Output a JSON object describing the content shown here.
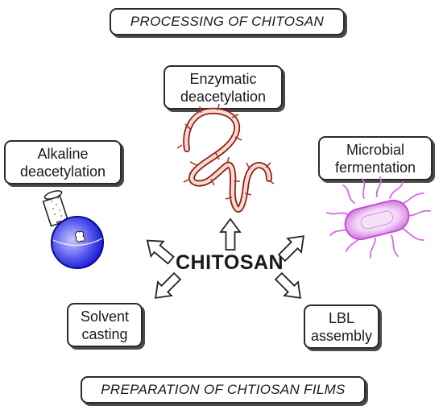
{
  "header": {
    "title": "PROCESSING OF CHITOSAN"
  },
  "footer": {
    "title": "PREPARATION OF CHTIOSAN FILMS"
  },
  "center": {
    "label": "CHITOSAN"
  },
  "nodes": {
    "enzymatic": "Enzymatic\ndeacetylation",
    "alkaline": "Alkaline\ndeacetylation",
    "microbial": "Microbial\nfermentation",
    "solvent": "Solvent\ncasting",
    "lbl": "LBL\nassembly"
  },
  "icons": {
    "enzymatic": "enzyme-chain-icon",
    "alkaline": "round-bottom-flask-icon",
    "microbial": "bacterium-icon"
  },
  "colors": {
    "enzyme": "#c0392b",
    "enzyme_fill": "#f5d9cf",
    "flask": "#1a1ad6",
    "bacterium": "#d36be0",
    "bacterium_fill": "#e7b6f0"
  }
}
